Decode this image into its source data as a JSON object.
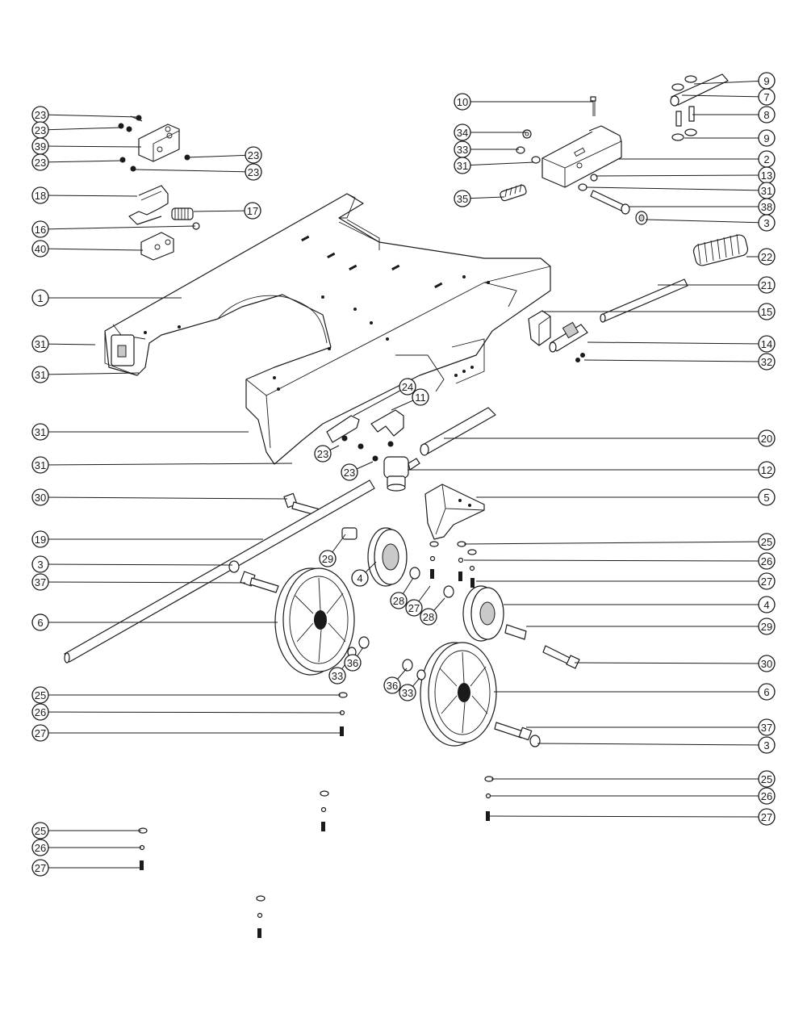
{
  "callouts": [
    {
      "label": "23"
    },
    {
      "label": "23"
    },
    {
      "label": "39"
    },
    {
      "label": "23"
    },
    {
      "label": "23"
    },
    {
      "label": "23"
    },
    {
      "label": "18"
    },
    {
      "label": "17"
    },
    {
      "label": "16"
    },
    {
      "label": "40"
    },
    {
      "label": "1"
    },
    {
      "label": "31"
    },
    {
      "label": "31"
    },
    {
      "label": "31"
    },
    {
      "label": "31"
    },
    {
      "label": "30"
    },
    {
      "label": "19"
    },
    {
      "label": "3"
    },
    {
      "label": "37"
    },
    {
      "label": "6"
    },
    {
      "label": "25"
    },
    {
      "label": "26"
    },
    {
      "label": "27"
    },
    {
      "label": "25"
    },
    {
      "label": "26"
    },
    {
      "label": "27"
    },
    {
      "label": "10"
    },
    {
      "label": "34"
    },
    {
      "label": "33"
    },
    {
      "label": "31"
    },
    {
      "label": "35"
    },
    {
      "label": "9"
    },
    {
      "label": "7"
    },
    {
      "label": "8"
    },
    {
      "label": "9"
    },
    {
      "label": "2"
    },
    {
      "label": "13"
    },
    {
      "label": "31"
    },
    {
      "label": "38"
    },
    {
      "label": "3"
    },
    {
      "label": "22"
    },
    {
      "label": "21"
    },
    {
      "label": "15"
    },
    {
      "label": "14"
    },
    {
      "label": "32"
    },
    {
      "label": "24"
    },
    {
      "label": "11"
    },
    {
      "label": "20"
    },
    {
      "label": "23"
    },
    {
      "label": "23"
    },
    {
      "label": "12"
    },
    {
      "label": "5"
    },
    {
      "label": "25"
    },
    {
      "label": "26"
    },
    {
      "label": "27"
    },
    {
      "label": "29"
    },
    {
      "label": "4"
    },
    {
      "label": "28"
    },
    {
      "label": "27"
    },
    {
      "label": "28"
    },
    {
      "label": "4"
    },
    {
      "label": "29"
    },
    {
      "label": "30"
    },
    {
      "label": "33"
    },
    {
      "label": "36"
    },
    {
      "label": "36"
    },
    {
      "label": "33"
    },
    {
      "label": "6"
    },
    {
      "label": "37"
    },
    {
      "label": "3"
    },
    {
      "label": "25"
    },
    {
      "label": "26"
    },
    {
      "label": "27"
    }
  ]
}
